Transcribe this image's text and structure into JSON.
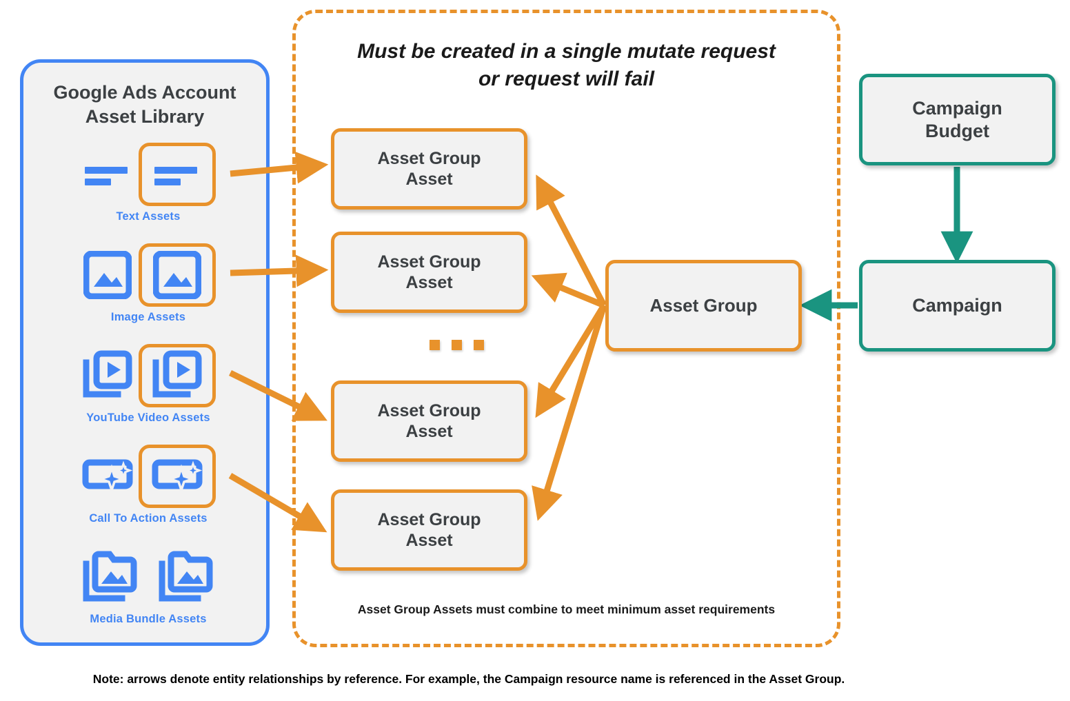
{
  "colors": {
    "orange": "#E8922B",
    "teal": "#1A9480",
    "blue": "#4285F4",
    "node_fill": "#f2f2f2",
    "text_dark": "#3c4043"
  },
  "library": {
    "title": "Google Ads Account\nAsset Library",
    "title_line1": "Google Ads Account",
    "title_line2": "Asset Library",
    "assets": [
      {
        "label": "Text Assets",
        "icon": "text-asset-icon",
        "highlighted": true
      },
      {
        "label": "Image Assets",
        "icon": "image-asset-icon",
        "highlighted": true
      },
      {
        "label": "YouTube Video  Assets",
        "icon": "youtube-video-asset-icon",
        "highlighted": true
      },
      {
        "label": "Call To Action Assets",
        "icon": "call-to-action-asset-icon",
        "highlighted": true
      },
      {
        "label": "Media Bundle  Assets",
        "icon": "media-bundle-asset-icon",
        "highlighted": false
      }
    ]
  },
  "mutate_region": {
    "heading_line1": "Must be created in a single mutate request",
    "heading_line2": "or request will fail",
    "footnote": "Asset Group Assets must combine to meet minimum asset requirements",
    "ellipsis": "..."
  },
  "nodes": {
    "asset_group_assets": [
      {
        "line1": "Asset Group",
        "line2": "Asset"
      },
      {
        "line1": "Asset Group",
        "line2": "Asset"
      },
      {
        "line1": "Asset Group",
        "line2": "Asset"
      },
      {
        "line1": "Asset Group",
        "line2": "Asset"
      }
    ],
    "asset_group": "Asset Group",
    "campaign_budget_line1": "Campaign",
    "campaign_budget_line2": "Budget",
    "campaign": "Campaign"
  },
  "footer": {
    "note": "Note: arrows denote entity relationships by reference. For example, the Campaign resource name is referenced in the Asset Group."
  }
}
